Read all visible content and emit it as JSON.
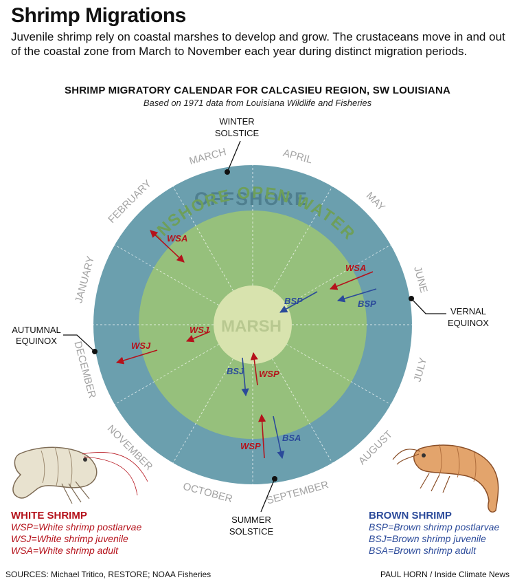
{
  "header": {
    "title": "Shrimp Migrations",
    "intro": "Juvenile shrimp rely on coastal marshes to develop and grow. The crustaceans move in and out of the coastal zone from March to November each year during distinct migration periods.",
    "subtitle": "SHRIMP MIGRATORY CALENDAR FOR CALCASIEU REGION, SW LOUISIANA",
    "subsubtitle": "Based on 1971 data from Louisiana Wildlife and Fisheries"
  },
  "zones": {
    "offshore": "OFFSHORE",
    "inshore": "INSHORE OPEN WATER",
    "marsh": "MARSH"
  },
  "months": [
    "DECEMBER",
    "JANUARY",
    "FEBRUARY",
    "MARCH",
    "APRIL",
    "MAY",
    "JUNE",
    "JULY",
    "AUGUST",
    "SEPTEMBER",
    "OCTOBER",
    "NOVEMBER"
  ],
  "events": {
    "winter": [
      "WINTER",
      "SOLSTICE"
    ],
    "vernal": [
      "VERNAL",
      "EQUINOX"
    ],
    "summer": [
      "SUMMER",
      "SOLSTICE"
    ],
    "autumnal": [
      "AUTUMNAL",
      "EQUINOX"
    ]
  },
  "migrations": [
    "WSA",
    "WSA",
    "BSP",
    "BSP",
    "WSJ",
    "WSJ",
    "BSJ",
    "WSP",
    "BSA",
    "WSP"
  ],
  "legend": {
    "white": {
      "title": "WHITE SHRIMP",
      "items": [
        "WSP=White shrimp postlarvae",
        "WSJ=White shrimp juvenile",
        "WSA=White shrimp adult"
      ]
    },
    "brown": {
      "title": "BROWN SHRIMP",
      "items": [
        "BSP=Brown shrimp postlarvae",
        "BSJ=Brown shrimp juvenile",
        "BSA=Brown shrimp adult"
      ]
    }
  },
  "footer": {
    "sources": "SOURCES: Michael Tritico, RESTORE; NOAA Fisheries",
    "credit": "PAUL HORN / Inside Climate News"
  },
  "colors": {
    "offshore": "#6b9fae",
    "inshore": "#96c07c",
    "marsh": "#d8e3ae",
    "white_shrimp": "#b5121b",
    "brown_shrimp": "#2b4a9a",
    "month_text": "#a3a3a3"
  }
}
